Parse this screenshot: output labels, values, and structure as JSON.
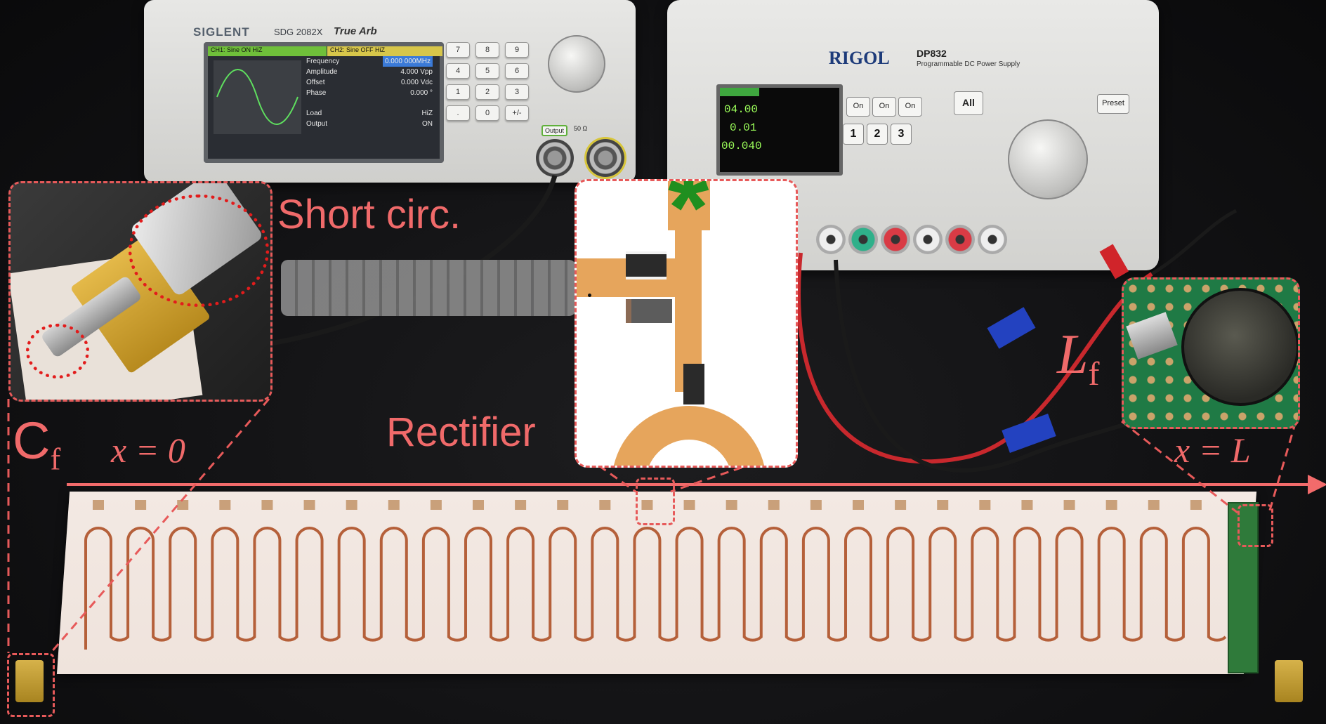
{
  "overlays": {
    "short_circ": "Short circ.",
    "rectifier": "Rectifier",
    "cf_letter": "C",
    "cf_sub": "f",
    "lf_letter": "L",
    "lf_sub": "f",
    "x_start": "x = 0",
    "x_end": "x = L",
    "asterisk": "*"
  },
  "siglent": {
    "brand": "SIGLENT",
    "model": "SDG 2082X",
    "tag": "True Arb",
    "ch1": "CH1: Sine ON HiZ",
    "ch2": "CH2: Sine OFF HiZ",
    "params": [
      {
        "label": "Frequency",
        "value": "0.000 000MHz"
      },
      {
        "label": "Amplitude",
        "value": "4.000 Vpp"
      },
      {
        "label": "Offset",
        "value": "0.000 Vdc"
      },
      {
        "label": "Phase",
        "value": "0.000 °"
      },
      {
        "label": "Load",
        "value": "HiZ"
      },
      {
        "label": "Output",
        "value": "ON"
      }
    ],
    "keys": [
      "7",
      "8",
      "9",
      "4",
      "5",
      "6",
      "1",
      "2",
      "3",
      ".",
      "0",
      "+/-"
    ],
    "output_label": "Output",
    "ohm_label": "50 Ω"
  },
  "rigol": {
    "brand": "RIGOL",
    "model": "DP832",
    "sub": "Programmable DC Power Supply",
    "ch1_voltage": "04.00",
    "ch1_current": "0.01",
    "ch1_power": "00.040",
    "on_label": "On",
    "numbers": [
      "1",
      "2",
      "3"
    ],
    "all_label": "All",
    "preset_label": "Preset"
  },
  "colors": {
    "overlay_red": "#f06a6a",
    "trace_copper": "#b5603a",
    "board": "#f1e6df",
    "asterisk_green": "#1f8f1f"
  }
}
